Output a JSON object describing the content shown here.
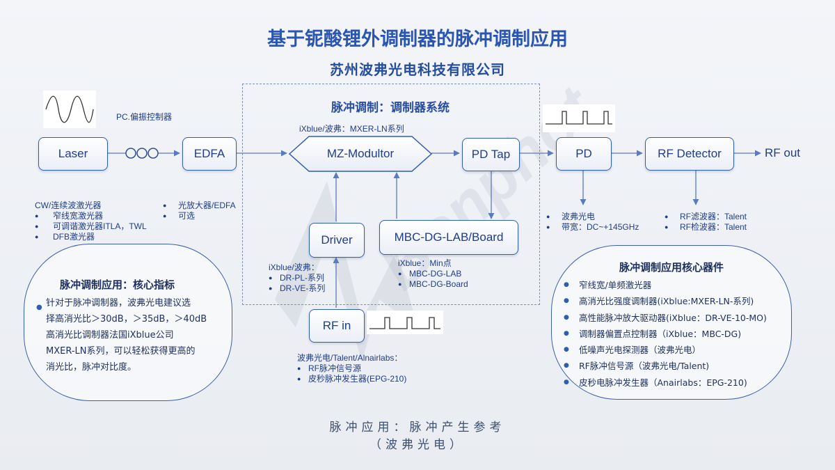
{
  "title": "基于铌酸锂外调制器的脉冲调制应用",
  "subtitle": "苏州波弗光电科技有限公司",
  "watermark": "Bonphot",
  "system": {
    "title": "脉冲调制：调制器系统",
    "modulator_note": "iXblue/波弗：MXER-LN系列"
  },
  "blocks": {
    "laser": "Laser",
    "edfa": "EDFA",
    "mz": "MZ-Modultor",
    "pdtap": "PD Tap",
    "pd": "PD",
    "rfdet": "RF Detector",
    "driver": "Driver",
    "mbc": "MBC-DG-LAB/Board",
    "rfin": "RF in"
  },
  "labels": {
    "pc": "PC.偏振控制器",
    "rf_out": "RF out"
  },
  "notes": {
    "laser": {
      "title": "CW/连续波激光器",
      "items": [
        "窄线宽激光器",
        "可调谐激光器ITLA，TWL",
        "DFB激光器"
      ]
    },
    "edfa": {
      "items": [
        "光放大器/EDFA",
        "可选"
      ]
    },
    "driver": {
      "title": "iXblue/波弗：",
      "items": [
        "DR-PL-系列",
        "DR-VE-系列"
      ]
    },
    "mbc": {
      "title": "iXblue：Min点",
      "items": [
        "MBC-DG-LAB",
        "MBC-DG-Board"
      ]
    },
    "rfin": {
      "title": "波弗光电/Talent/Alnairlabs：",
      "items": [
        "RF脉冲信号源",
        "皮秒脉冲发生器(EPG-210)"
      ]
    },
    "pd": {
      "items": [
        "波弗光电",
        "带宽：DC~+145GHz"
      ]
    },
    "rfdet": {
      "items": [
        "RF滤波器：Talent",
        "RF检波器：Talent"
      ]
    }
  },
  "left_panel": {
    "title": "脉冲调制应用：核心指标",
    "lines": [
      "针对于脉冲调制器，波弗光电建议选",
      "择高消光比＞30dB，＞35dB，＞40dB",
      "高消光比调制器法国iXblue公司",
      "MXER-LN系列，可以轻松获得更高的",
      "消光比，脉冲对比度。"
    ]
  },
  "right_panel": {
    "title": "脉冲调制应用核心器件",
    "items": [
      "窄线宽/单频激光器",
      "高消光比强度调制器(iXblue:MXER-LN-系列)",
      "高性能脉冲放大驱动器(iXblue：DR-VE-10-MO)",
      "调制器偏置点控制器（iXblue：MBC-DG)",
      "低噪声光电探测器（波弗光电）",
      "RF脉冲信号源（波弗光电/Talent)",
      "皮秒电脉冲发生器（Anairlabs：EPG-210)"
    ]
  },
  "caption": {
    "line1": "脉冲应用：脉冲产生参考",
    "line2": "（波弗光电）"
  },
  "colors": {
    "accent": "#2f5db0",
    "title": "#2a55b0",
    "text": "#1e3d8a",
    "panel_text": "#1d2f5e"
  }
}
